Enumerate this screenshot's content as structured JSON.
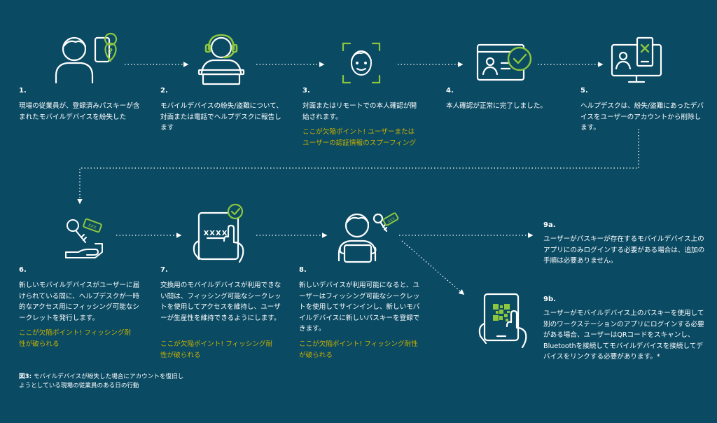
{
  "steps": [
    {
      "num": "1.",
      "text": "現場の従業員が、登録済みパスキーが含まれたモバイルデバイスを紛失した",
      "warn": ""
    },
    {
      "num": "2.",
      "text": "モバイルデバイスの紛失/盗難について、対面または電話でヘルプデスクに報告します",
      "warn": ""
    },
    {
      "num": "3.",
      "text": "対面またはリモートでの本人確認が開始されます。",
      "warn": "ここが欠陥ポイント! ユーザーまたはユーザーの認証情報のスプーフィング"
    },
    {
      "num": "4.",
      "text": "本人確認が正常に完了しました。",
      "warn": ""
    },
    {
      "num": "5.",
      "text": "ヘルプデスクは、紛失/盗難にあったデバイスをユーザーのアカウントから削除します。",
      "warn": ""
    },
    {
      "num": "6.",
      "text": "新しいモバイルデバイスがユーザーに届けられている間に、ヘルプデスクが一時的なアクセス用にフィッシング可能なシークレットを発行します。",
      "warn": "ここが欠陥ポイント! フィッシング耐性が破られる"
    },
    {
      "num": "7.",
      "text": "交換用のモバイルデバイスが利用できない間は、フィッシング可能なシークレットを使用してアクセスを維持し、ユーザーが生産性を維持できるようにします。",
      "warn": "ここが欠陥ポイント! フィッシング耐性が破られる"
    },
    {
      "num": "8.",
      "text": "新しいデバイスが利用可能になると、ユーザーはフィッシング可能なシークレットを使用してサインインし、新しいモバイルデバイスに新しいパスキーを登録できます。",
      "warn": "ここが欠陥ポイント! フィッシング耐性が破られる"
    },
    {
      "num": "9a.",
      "text": "ユーザーがパスキーが存在するモバイルデバイス上のアプリにのみログインする必要がある場合は、追加の手順は必要ありません。",
      "warn": ""
    },
    {
      "num": "9b.",
      "text": "ユーザーがモバイルデバイス上のパスキーを使用して別のワークステーションのアプリにログインする必要がある場合、ユーザーはQRコードをスキャンし、Bluetoothを接続してモバイルデバイスを接続してデバイスをリンクする必要があります。*",
      "warn": ""
    }
  ],
  "caption": {
    "label": "図3:",
    "text": "モバイルデバイスが紛失した場合にアカウントを復旧しようとしている現場の従業員のある日の行動"
  },
  "icon_labels": {
    "pin": "XXXX",
    "key": "XXX"
  },
  "colors": {
    "background": "#0a4a63",
    "accent": "#8cc63f",
    "warning": "#c9b100",
    "line": "#ffffff"
  },
  "icons": [
    "user-phone-question-icon",
    "helpdesk-agent-icon",
    "face-scan-icon",
    "verified-id-card-icon",
    "monitor-remove-device-icon",
    "key-hand-icon",
    "tablet-pin-check-icon",
    "user-key-tablet-icon",
    "tablet-qr-icon"
  ]
}
